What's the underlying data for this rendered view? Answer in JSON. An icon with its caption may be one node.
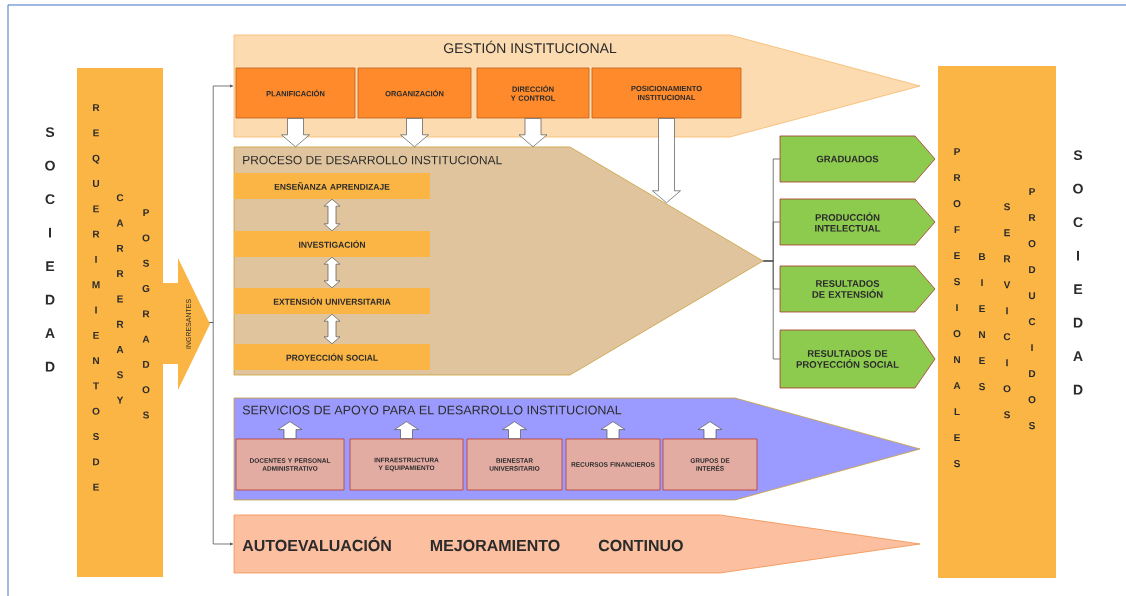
{
  "diagram": {
    "nodes": [
      {
        "text": [
          "REQUERIMIENTOS DE",
          "CARRERAS Y",
          "POSGRADOS"
        ]
      },
      {
        "text": [
          "GESTIÓN INSTITUCIONAL"
        ]
      },
      {
        "text": [
          "PLANIFICACIÓN"
        ],
        "in": 1
      },
      {
        "text": [
          "ORGANIZACIÓN"
        ],
        "in": 1
      },
      {
        "text": [
          "DIRECCIÓN Y CONTROL"
        ],
        "in": 1
      },
      {
        "text": [
          "POSICIONAMIENTO INSTITUCIONAL"
        ],
        "in": 1
      },
      {
        "text": [
          "PROCESO DE DESARROLLO INSTITUCIONAL"
        ]
      },
      {
        "text": [
          "ENSEÑANZA APRENDIZAJE"
        ],
        "in": 6
      },
      {
        "text": [
          "INVESTIGACIÓN"
        ],
        "in": 6
      },
      {
        "text": [
          "EXTENSIÓN UNIVERSITARIA"
        ],
        "in": 6
      },
      {
        "text": [
          "PROYECCIÓN SOCIAL"
        ],
        "in": 6
      },
      {
        "text": [
          "GRADUADOS"
        ]
      },
      {
        "text": [
          "PRODUCCIÓN INTELECTUAL"
        ]
      },
      {
        "text": [
          "RESULTADOS DE EXTENSIÓN"
        ]
      },
      {
        "text": [
          "RESULTADOS DE PROYECCIÓN SOCIAL"
        ]
      },
      {
        "text": [
          "PROFESIONALES",
          "BIENES",
          "SERVICIOS",
          "PRODUCIDOS"
        ]
      },
      {
        "text": [
          "SERVICIOS DE APOYO PARA EL DESARROLLO INSTITUCIONAL"
        ]
      },
      {
        "text": [
          "DOCENTES Y PERSONAL ADMINISTRATIVO"
        ],
        "in": 16
      },
      {
        "text": [
          "INFRAESTRUCTURA Y EQUIPAMIENTO"
        ],
        "in": 16
      },
      {
        "text": [
          "BIENESTAR UNIVERSITARIO"
        ],
        "in": 16
      },
      {
        "text": [
          "RECURSOS FINANCIEROS"
        ],
        "in": 16
      },
      {
        "text": [
          "GRUPOS DE INTERÉS"
        ],
        "in": 16
      },
      {
        "text": [
          "AUTOEVALUACIÓN MEJORAMIENTO CONTINUO"
        ]
      }
    ],
    "edges": [
      {
        "from": 0,
        "to": 1,
        "arrow": "to",
        "label": "INGRESANTES"
      },
      {
        "from": 0,
        "to": 22,
        "arrow": "to"
      },
      {
        "from": 2,
        "to": 6,
        "arrow": "to"
      },
      {
        "from": 3,
        "to": 6,
        "arrow": "to"
      },
      {
        "from": 4,
        "to": 6,
        "arrow": "to"
      },
      {
        "from": 5,
        "to": 6,
        "arrow": "to"
      },
      {
        "from": 7,
        "to": 8,
        "arrow": "both"
      },
      {
        "from": 8,
        "to": 9,
        "arrow": "both"
      },
      {
        "from": 9,
        "to": 10,
        "arrow": "both"
      },
      {
        "from": 6,
        "to": 11,
        "arrow": "none"
      },
      {
        "from": 6,
        "to": 12,
        "arrow": "none"
      },
      {
        "from": 6,
        "to": 13,
        "arrow": "none"
      },
      {
        "from": 6,
        "to": 14,
        "arrow": "none"
      },
      {
        "from": 17,
        "to": 16,
        "arrow": "to"
      },
      {
        "from": 18,
        "to": 16,
        "arrow": "to"
      },
      {
        "from": 19,
        "to": 16,
        "arrow": "to"
      },
      {
        "from": 20,
        "to": 16,
        "arrow": "to"
      },
      {
        "from": 21,
        "to": 16,
        "arrow": "to"
      }
    ],
    "labels": [
      "SOCIEDAD",
      "SOCIEDAD"
    ]
  }
}
